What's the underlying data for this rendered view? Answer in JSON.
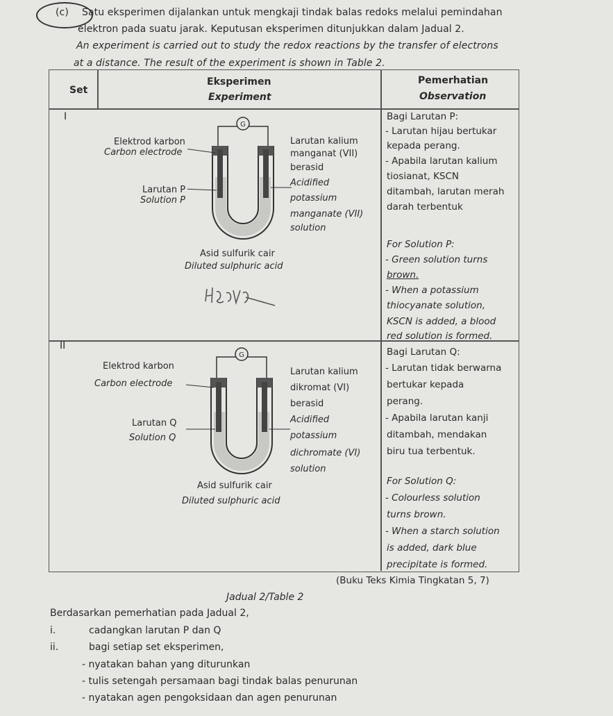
{
  "intro": {
    "marker": "(c)",
    "line1": "Satu eksperimen dijalankan untuk mengkaji tindak balas redoks melalui pemindahan",
    "line2": "elektron pada suatu jarak. Keputusan eksperimen ditunjukkan dalam Jadual 2.",
    "line3": "An experiment is carried out to study the redox reactions by the transfer of electrons",
    "line4": "at a distance. The result of the experiment is shown in Table 2."
  },
  "table": {
    "col_set": "Set",
    "col_exp_ms": "Eksperimen",
    "col_exp_en": "Experiment",
    "col_obs_ms": "Pemerhatian",
    "col_obs_en": "Observation",
    "rows": [
      {
        "set": "I",
        "galvanometer": "G",
        "labels": {
          "electrode_ms": "Elektrod karbon",
          "electrode_en": "Carbon electrode",
          "solution_ms": "Larutan P",
          "solution_en": "Solution P",
          "right_ms_1": "Larutan kalium",
          "right_ms_2": "manganat (VII)",
          "right_ms_3": "berasid",
          "right_en_1": "Acidified",
          "right_en_2": "potassium",
          "right_en_3": "manganate (VII)",
          "right_en_4": "solution",
          "acid_ms": "Asid sulfurik cair",
          "acid_en": "Diluted sulphuric acid"
        },
        "obs": [
          "Bagi Larutan P:",
          "- Larutan hijau bertukar",
          "kepada perang.",
          "- Apabila larutan kalium",
          "tiosianat, KSCN",
          "ditambah, larutan merah",
          "darah terbentuk",
          "For Solution P:",
          "- Green solution turns",
          "brown.",
          "- When a potassium",
          "thiocyanate solution,",
          "KSCN is added, a blood",
          "red solution is formed."
        ]
      },
      {
        "set": "II",
        "galvanometer": "G",
        "labels": {
          "electrode_ms": "Elektrod karbon",
          "electrode_en": "Carbon electrode",
          "solution_ms": "Larutan Q",
          "solution_en": "Solution Q",
          "right_ms_1": "Larutan kalium",
          "right_ms_2": "dikromat (VI)",
          "right_ms_3": "berasid",
          "right_en_1": "Acidified",
          "right_en_2": "potassium",
          "right_en_3": "dichromate (VI)",
          "right_en_4": "solution",
          "acid_ms": "Asid sulfurik cair",
          "acid_en": "Diluted sulphuric acid"
        },
        "obs": [
          "Bagi Larutan Q:",
          "- Larutan tidak berwarna",
          "bertukar kepada",
          "perang.",
          "- Apabila larutan kanji",
          "ditambah, mendakan",
          "biru tua terbentuk.",
          "For Solution Q:",
          "- Colourless solution",
          "turns brown.",
          "- When a starch solution",
          "is added, dark blue",
          "precipitate is formed."
        ]
      }
    ],
    "source": "(Buku Teks Kimia Tingkatan 5, 7)",
    "caption": "Jadual 2/Table 2"
  },
  "questions": {
    "lead": "Berdasarkan pemerhatian pada Jadual 2,",
    "q1_num": "i.",
    "q1_text": "cadangkan larutan P dan Q",
    "q2_num": "ii.",
    "q2_text": "bagi setiap set eksperimen,",
    "bullet1": "- nyatakan bahan yang diturunkan",
    "bullet2": "- tulis setengah persamaan bagi tindak balas penurunan",
    "bullet3": "- nyatakan agen pengoksidaan dan agen penurunan"
  },
  "colors": {
    "paper": "#e6e6e3",
    "ink": "#2b2b2b",
    "solution_fill": "#c8c8c4"
  }
}
